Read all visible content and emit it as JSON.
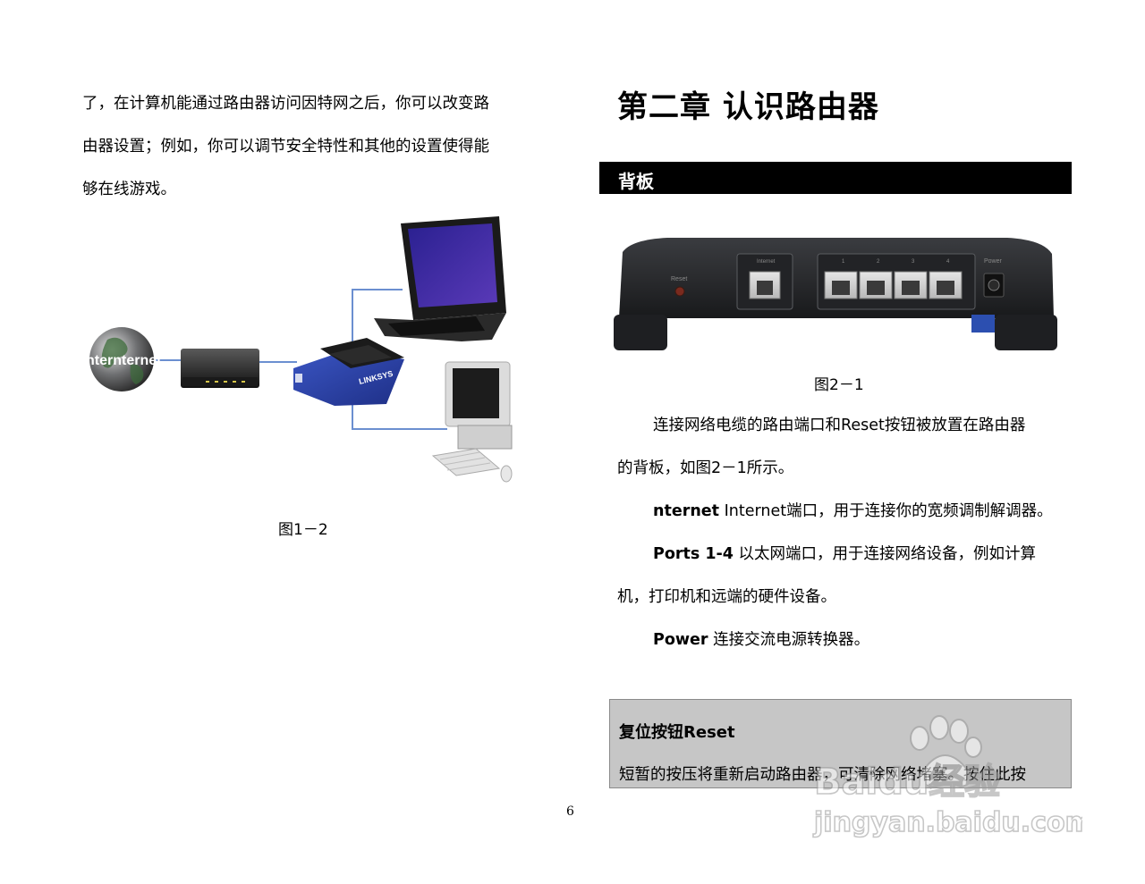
{
  "left_page": {
    "paragraph_lines": [
      "了，在计算机能通过路由器访问因特网之后，你可以改变路",
      "由器设置；例如，你可以调节安全特性和其他的设置使得能",
      "够在线游戏。"
    ],
    "figure": {
      "internet_label": "Internternet",
      "router_label": "LINKSYS",
      "caption": "图1－2"
    }
  },
  "right_page": {
    "chapter_title": "第二章 认识路由器",
    "section_title": "背板",
    "router_labels": {
      "reset": "Reset",
      "internet": "Internet",
      "ports": [
        "1",
        "2",
        "3",
        "4"
      ],
      "power": "Power"
    },
    "figure_caption": "图2－1",
    "intro_lines": [
      "连接网络电缆的路由端口和Reset按钮被放置在路由器",
      "的背板，如图2－1所示。"
    ],
    "items": [
      {
        "label": "nternet",
        "text": " Internet端口，用于连接你的宽频调制解调器。"
      },
      {
        "label": "Ports 1-4",
        "text": "  以太网端口，用于连接网络设备，例如计算",
        "continuation": "机，打印机和远端的硬件设备。"
      },
      {
        "label": "Power",
        "text": "  连接交流电源转换器。"
      }
    ],
    "note": {
      "title": "复位按钮Reset",
      "text": "短暂的按压将重新启动路由器，可清除网络堵塞。按住此按"
    }
  },
  "page_number": "6",
  "watermark": {
    "brand": "Baidu经验",
    "url": "jingyan.baidu.com"
  }
}
